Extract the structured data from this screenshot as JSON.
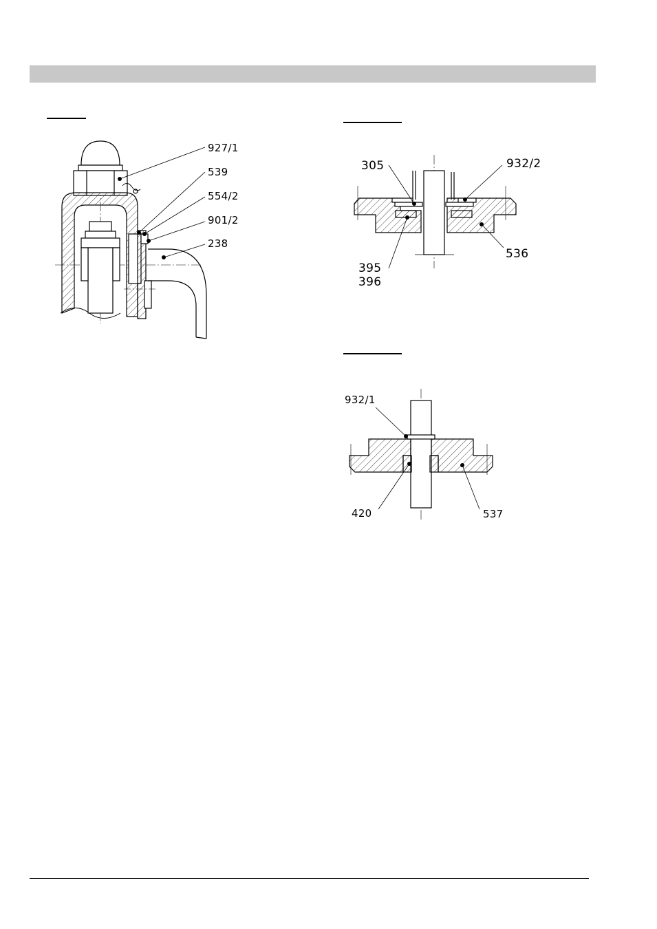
{
  "figure_1": {
    "callouts": [
      "927/1",
      "539",
      "554/2",
      "901/2",
      "238"
    ]
  },
  "figure_2": {
    "callouts": [
      "305",
      "932/2",
      "395",
      "396",
      "536"
    ]
  },
  "figure_3": {
    "callouts": [
      "932/1",
      "420",
      "537"
    ]
  }
}
